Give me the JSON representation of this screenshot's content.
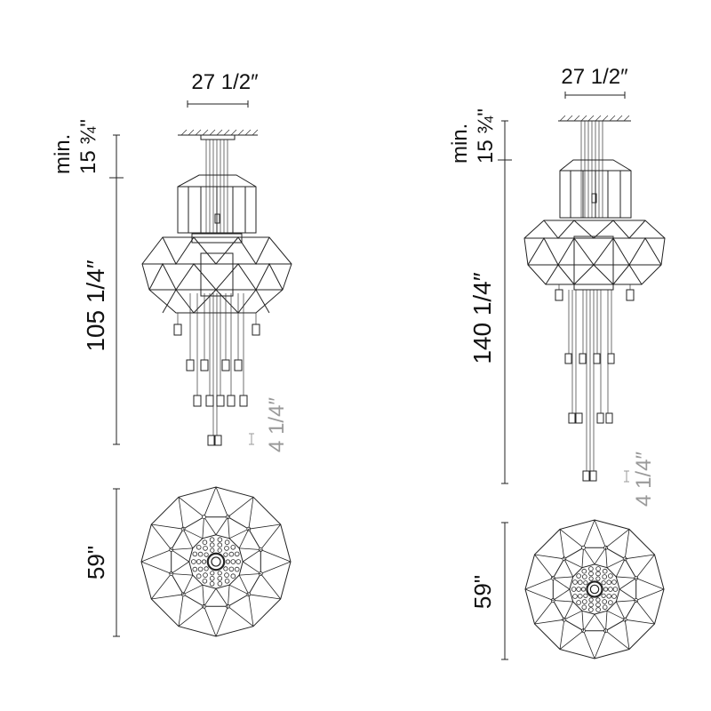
{
  "left_view": {
    "width_label": "27 1/2″",
    "min_height_label_line1": "min.",
    "min_height_label_line2": "15 ¾\"",
    "height_label": "105 1/4″",
    "pendant_label": "4 1/4″",
    "diameter_label": "59\""
  },
  "right_view": {
    "width_label": "27 1/2″",
    "min_height_label_line1": "min.",
    "min_height_label_line2": "15 ¾\"",
    "height_label": "140 1/4″",
    "pendant_label": "4 1/4″",
    "diameter_label": "59\""
  },
  "colors": {
    "line": "#222222",
    "secondary_dimension": "#9a9a9a"
  }
}
